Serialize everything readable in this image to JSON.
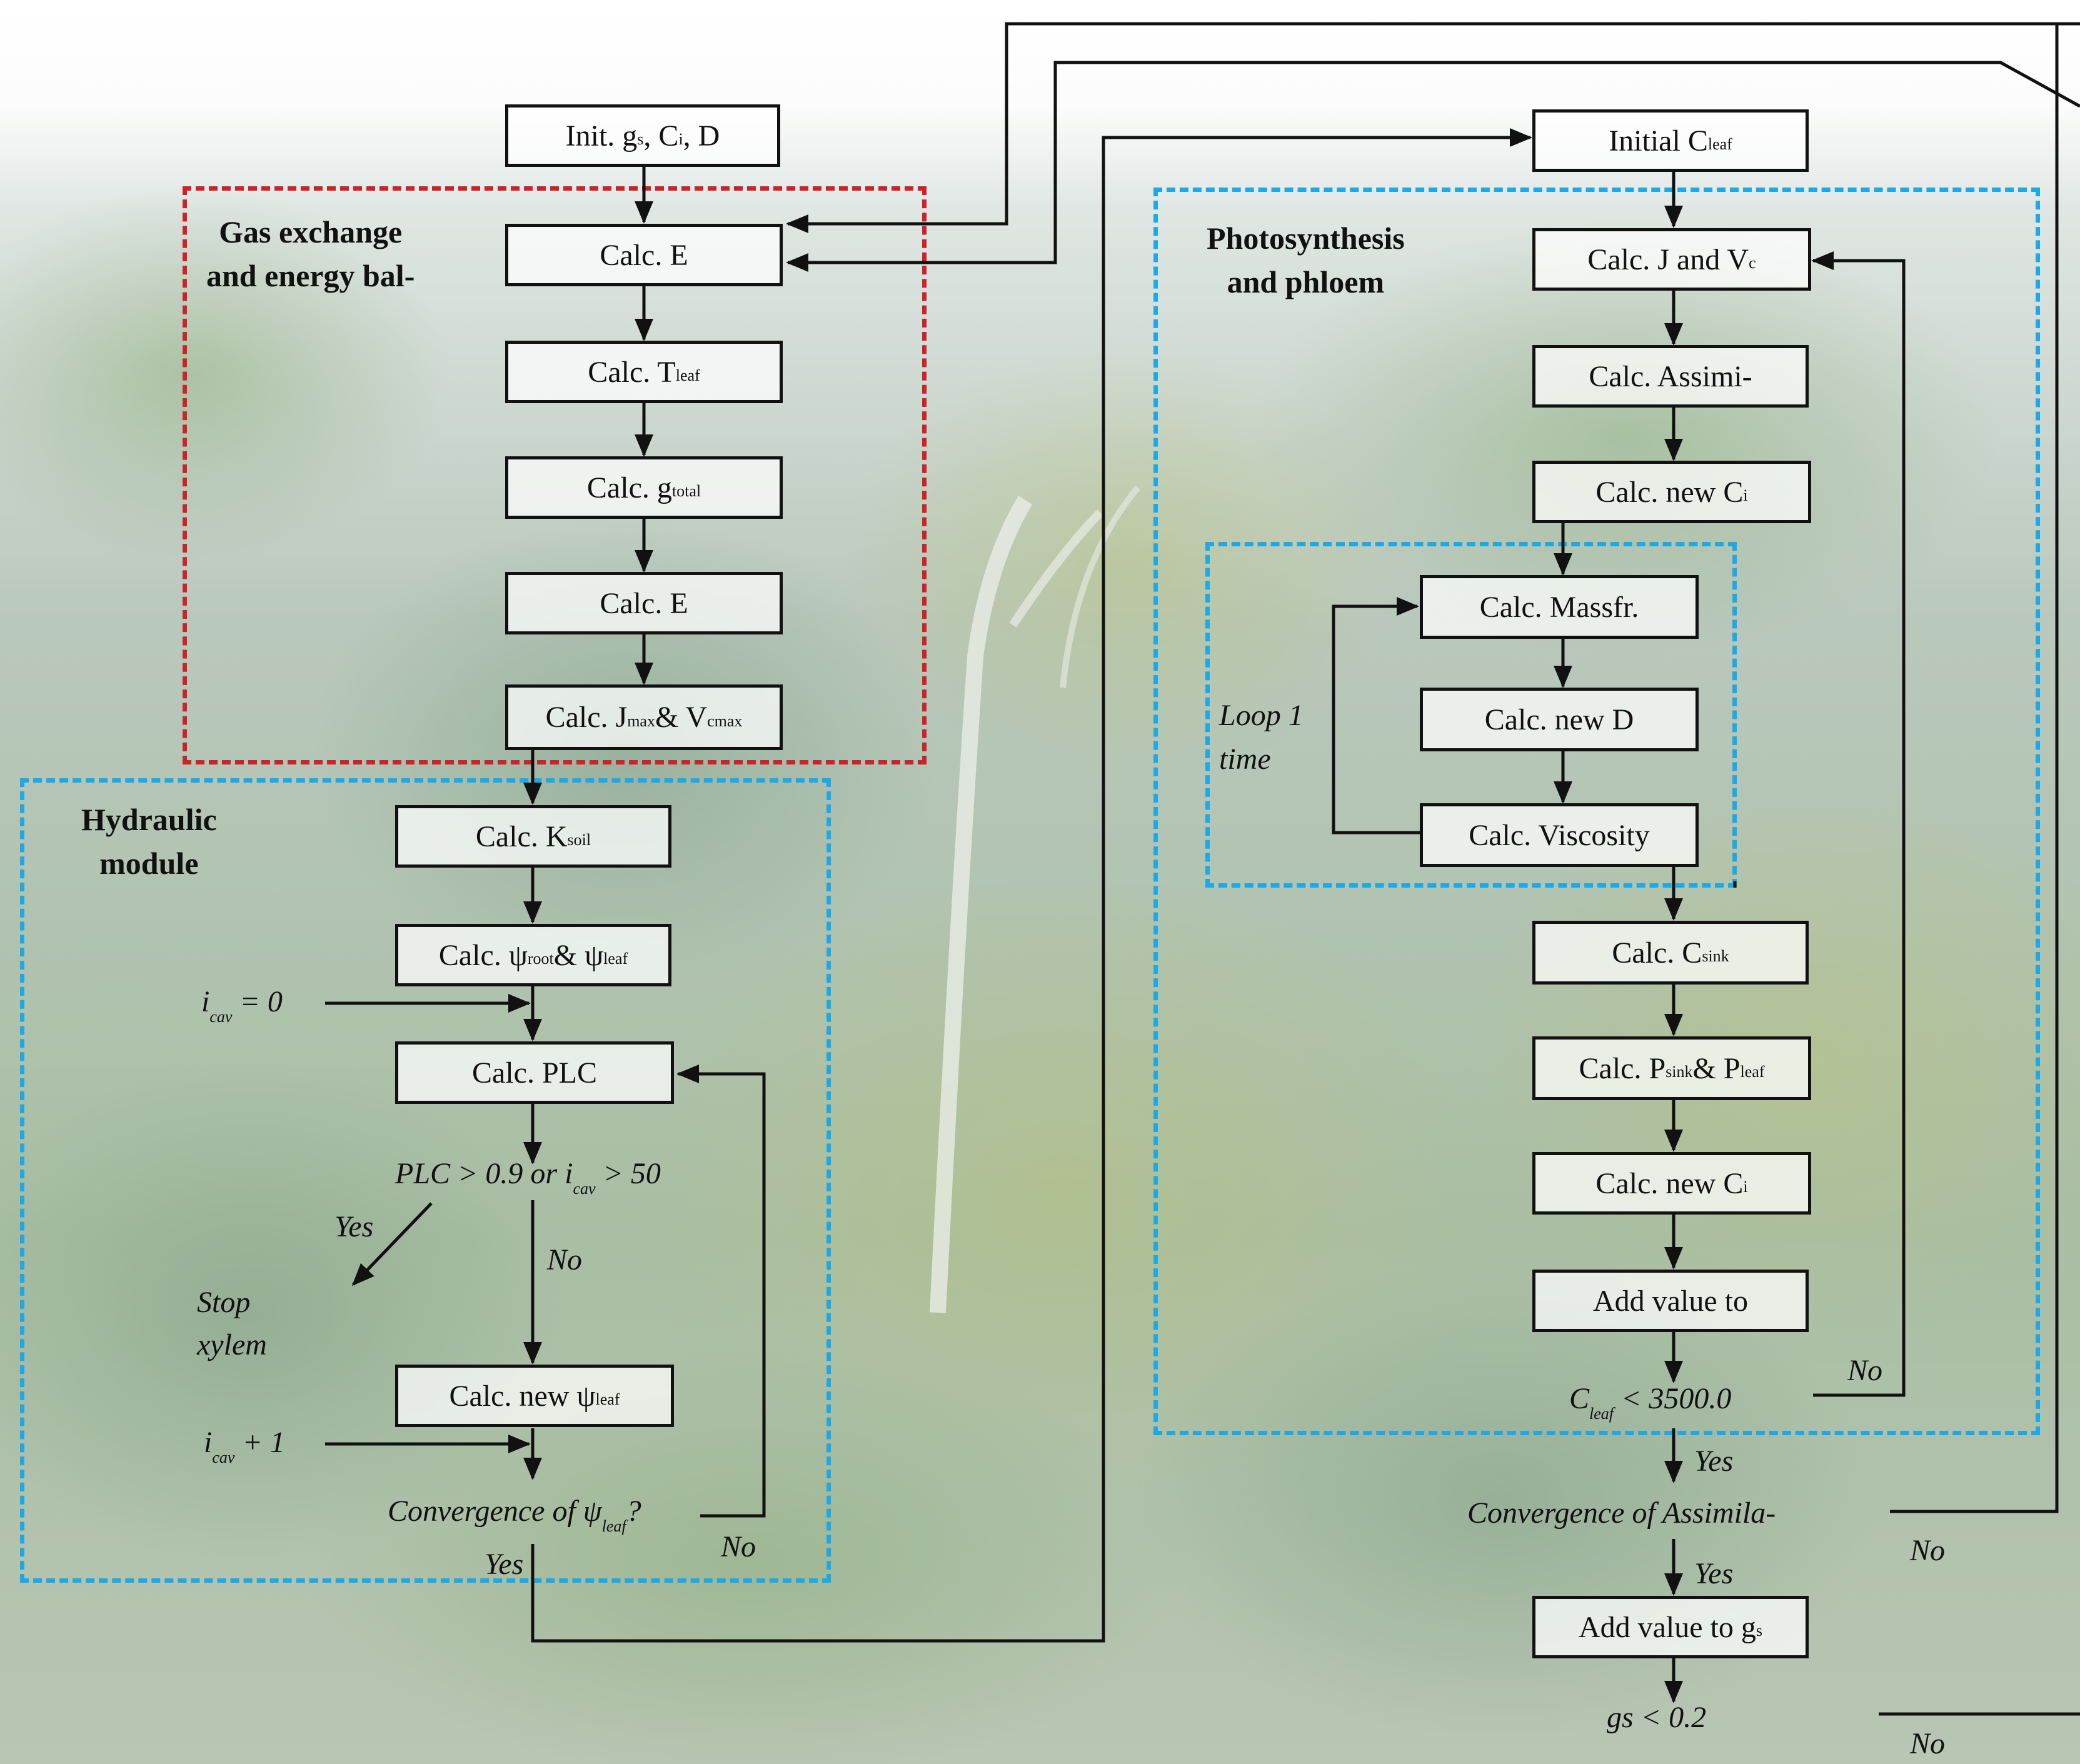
{
  "gas_exchange_label": [
    "Gas exchange",
    "and energy bal-"
  ],
  "hydraulic_label": [
    "Hydraulic",
    "module"
  ],
  "photosynthesis_label": [
    "Photosynthesis",
    "and phloem"
  ],
  "boxes": {
    "init": {
      "text": "Init. g",
      "sub": "s",
      "tail": ", C",
      "sub2": "i",
      "tail2": ", D"
    },
    "calc_e1": {
      "text": "Calc. E"
    },
    "calc_tleaf": {
      "text": "Calc. T",
      "sub": "leaf"
    },
    "calc_gtotal": {
      "text": "Calc. g",
      "sub": "total"
    },
    "calc_e2": {
      "text": "Calc. E"
    },
    "calc_jmax": {
      "text": "Calc. J",
      "sub": "max",
      "tail": " & V",
      "sub2": "cmax"
    },
    "calc_ksoil": {
      "text": "Calc. K",
      "sub": "soil"
    },
    "calc_psi": {
      "text": "Calc. ψ",
      "sub": "root",
      "tail": " & ψ",
      "sub2": "leaf"
    },
    "calc_plc": {
      "text": "Calc. PLC"
    },
    "calc_newpsi": {
      "text": "Calc. new ψ",
      "sub": "leaf"
    },
    "initial_cleaf": {
      "text": "Initial C",
      "sub": "leaf"
    },
    "calc_jvc": {
      "text": "Calc. J and V",
      "sub": "c"
    },
    "calc_assim": {
      "text": "Calc. Assimi-"
    },
    "calc_newci1": {
      "text": "Calc. new C",
      "sub": "i"
    },
    "calc_massfr": {
      "text": "Calc. Massfr."
    },
    "calc_newd": {
      "text": "Calc. new D"
    },
    "calc_visc": {
      "text": "Calc. Viscosity"
    },
    "calc_csink": {
      "text": "Calc. C",
      "sub": "sink"
    },
    "calc_psink": {
      "text": "Calc. P",
      "sub": "sink",
      "tail": " & P",
      "sub2": "leaf"
    },
    "calc_newci2": {
      "text": "Calc. new C",
      "sub": "i"
    },
    "add_value": {
      "text": "Add value to"
    },
    "add_gs": {
      "text": "Add value to g",
      "sub": "s"
    }
  },
  "labels": {
    "icav0": {
      "pre": "i",
      "sub": "cav",
      "post": " = 0"
    },
    "icav1": {
      "pre": "i",
      "sub": "cav",
      "post": " + 1"
    },
    "plc_cond": {
      "pre": "PLC > 0.9 or i",
      "sub": "cav",
      "post": " > 50"
    },
    "yes_stop": "Yes",
    "stop_xylem": [
      "Stop",
      "xylem"
    ],
    "no_plc": "No",
    "conv_psi": {
      "pre": "Convergence of ψ",
      "sub": "leaf",
      "post": "?"
    },
    "no_psi": "No",
    "yes_psi": "Yes",
    "loop1": [
      "Loop 1",
      "time"
    ],
    "cleaf_cond": {
      "pre": "C",
      "sub": "leaf",
      "post": " < 3500.0"
    },
    "no_cleaf": "No",
    "yes_cleaf": "Yes",
    "conv_assim": "Convergence of Assimila-",
    "no_assim": "No",
    "yes_assim": "Yes",
    "gs_cond": "gs < 0.2",
    "no_gs": "No"
  },
  "colors": {
    "gas_exchange_region": "#cc2229",
    "module_region": "#1da8e6",
    "lines": "#111111"
  }
}
